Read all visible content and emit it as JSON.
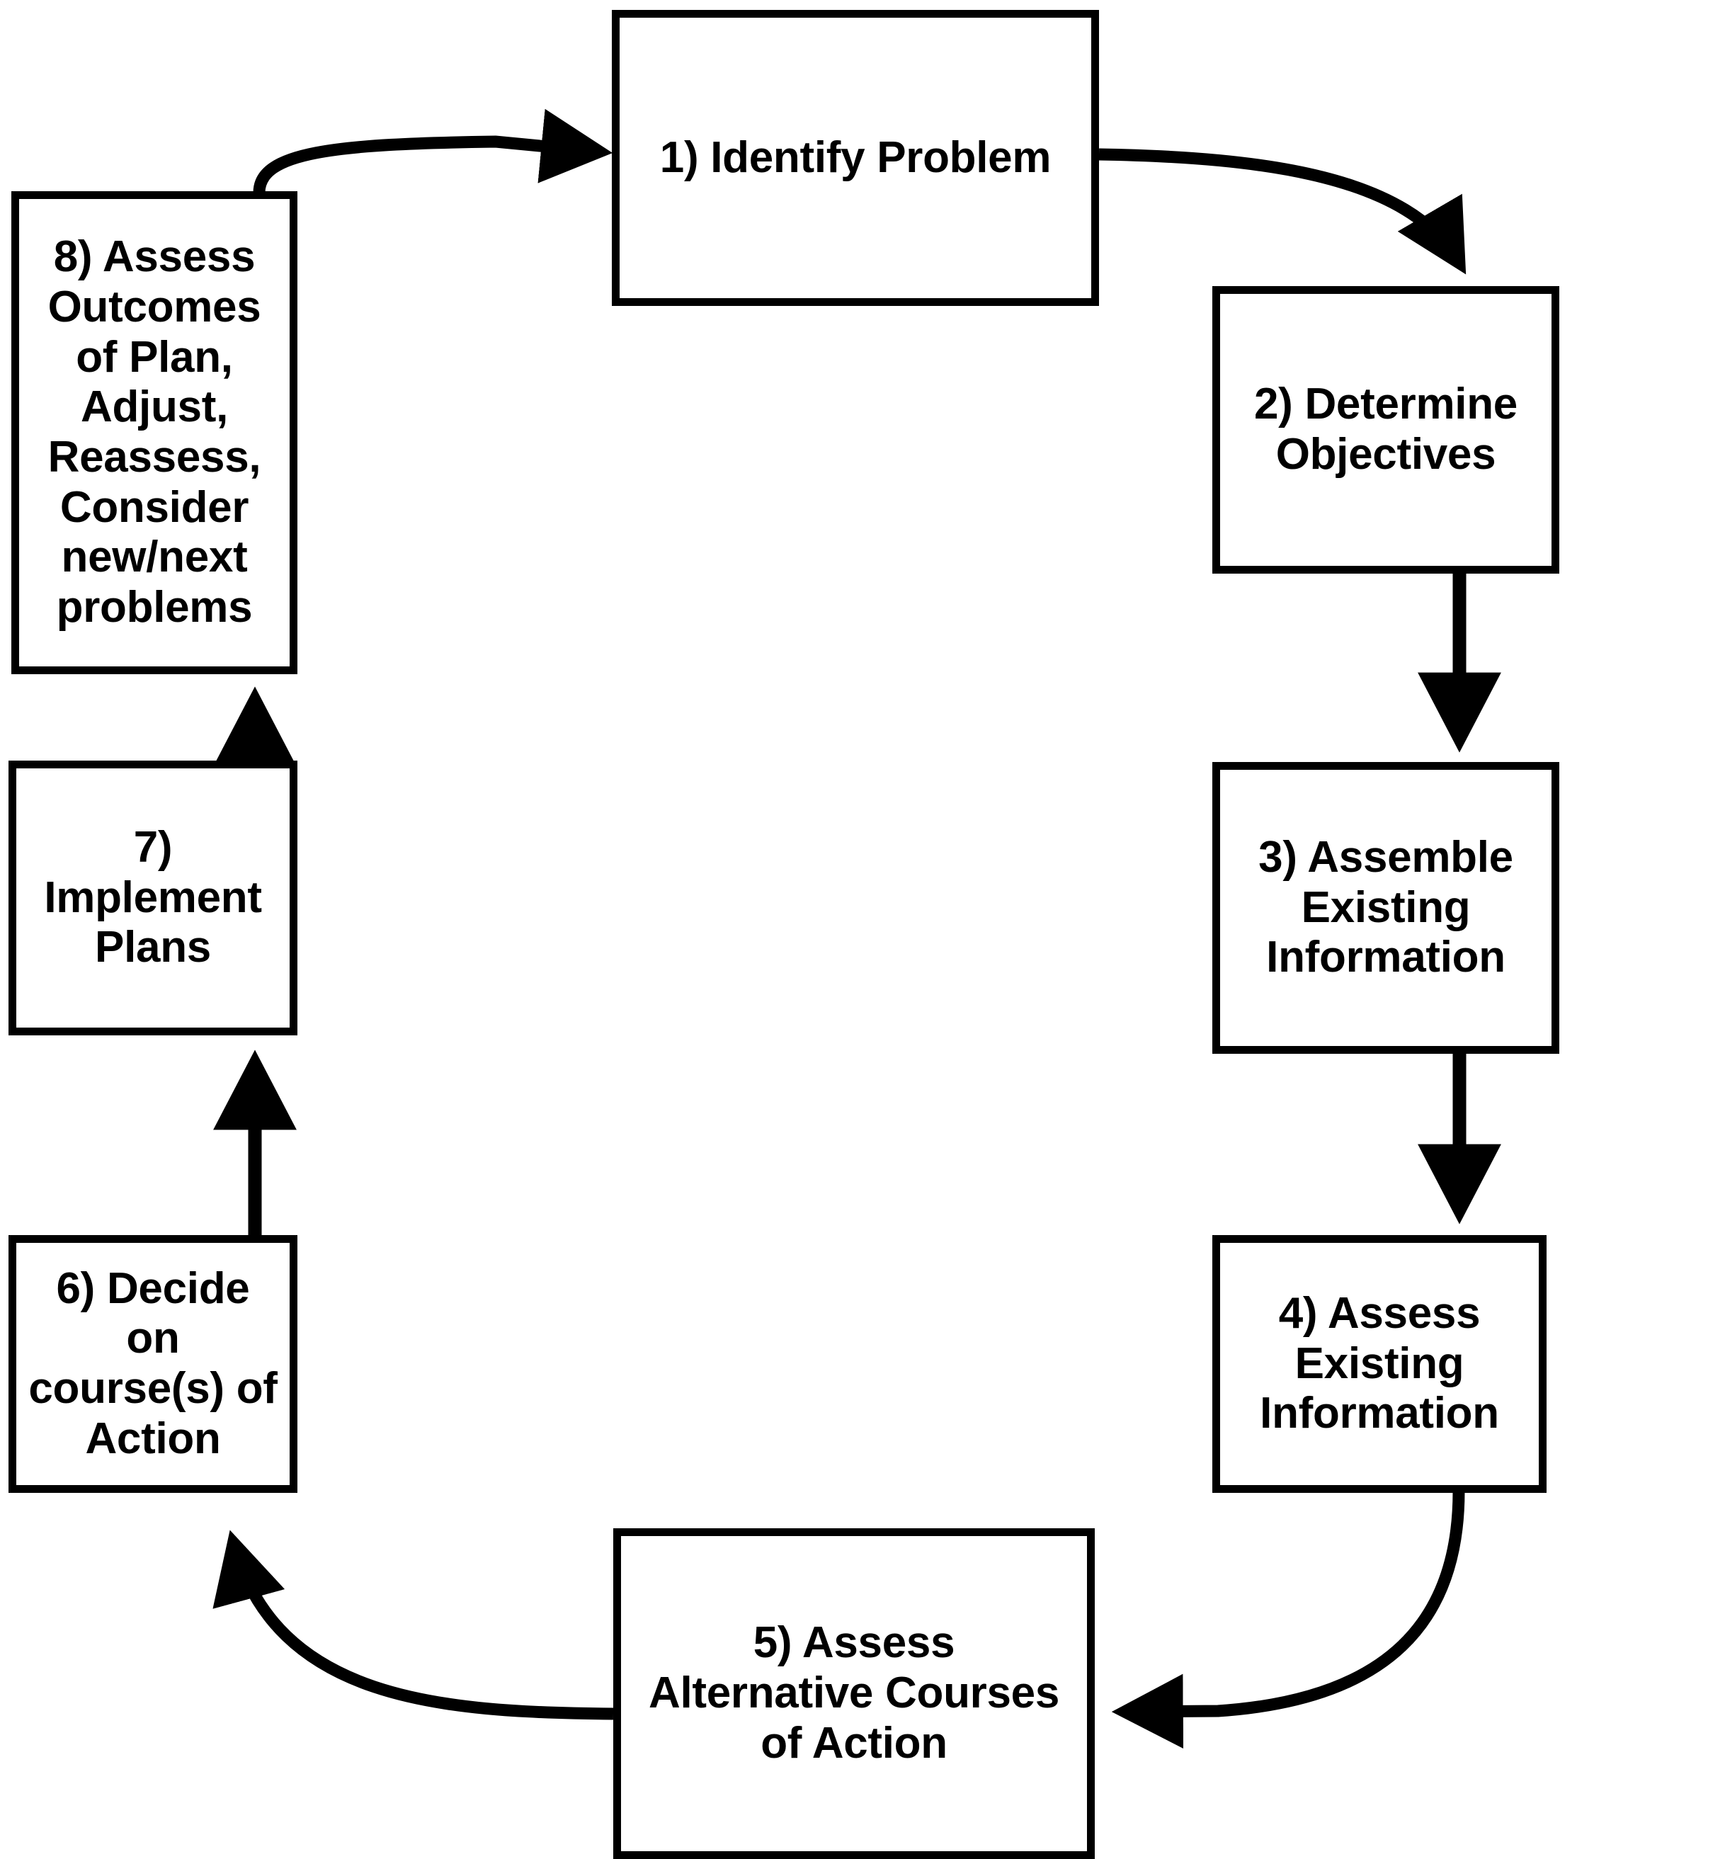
{
  "diagram": {
    "title": "Eight-step adaptive management / problem solving cycle",
    "type": "cycle-flowchart",
    "orientation": "clockwise",
    "colors": {
      "stroke": "#000000",
      "fill": "#ffffff",
      "text": "#000000"
    },
    "nodes": [
      {
        "id": "1",
        "label": "1) Identify Problem"
      },
      {
        "id": "2",
        "label": "2) Determine\nObjectives"
      },
      {
        "id": "3",
        "label": "3) Assemble\nExisting\nInformation"
      },
      {
        "id": "4",
        "label": "4) Assess Existing\nInformation"
      },
      {
        "id": "5",
        "label": "5) Assess\nAlternative Courses\nof Action"
      },
      {
        "id": "6",
        "label": "6) Decide on\ncourse(s) of Action"
      },
      {
        "id": "7",
        "label": "7) Implement Plans"
      },
      {
        "id": "8",
        "label": "8) Assess Outcomes\nof Plan, Adjust,\nReassess, Consider\nnew/next problems"
      }
    ],
    "edges": [
      {
        "from": "8",
        "to": "1",
        "style": "curved",
        "direction": "right"
      },
      {
        "from": "1",
        "to": "2",
        "style": "curved",
        "direction": "down"
      },
      {
        "from": "2",
        "to": "3",
        "style": "straight",
        "direction": "down"
      },
      {
        "from": "3",
        "to": "4",
        "style": "straight",
        "direction": "down"
      },
      {
        "from": "4",
        "to": "5",
        "style": "curved",
        "direction": "left"
      },
      {
        "from": "5",
        "to": "6",
        "style": "curved",
        "direction": "up"
      },
      {
        "from": "6",
        "to": "7",
        "style": "straight",
        "direction": "up"
      },
      {
        "from": "7",
        "to": "8",
        "style": "straight",
        "direction": "up"
      }
    ]
  }
}
